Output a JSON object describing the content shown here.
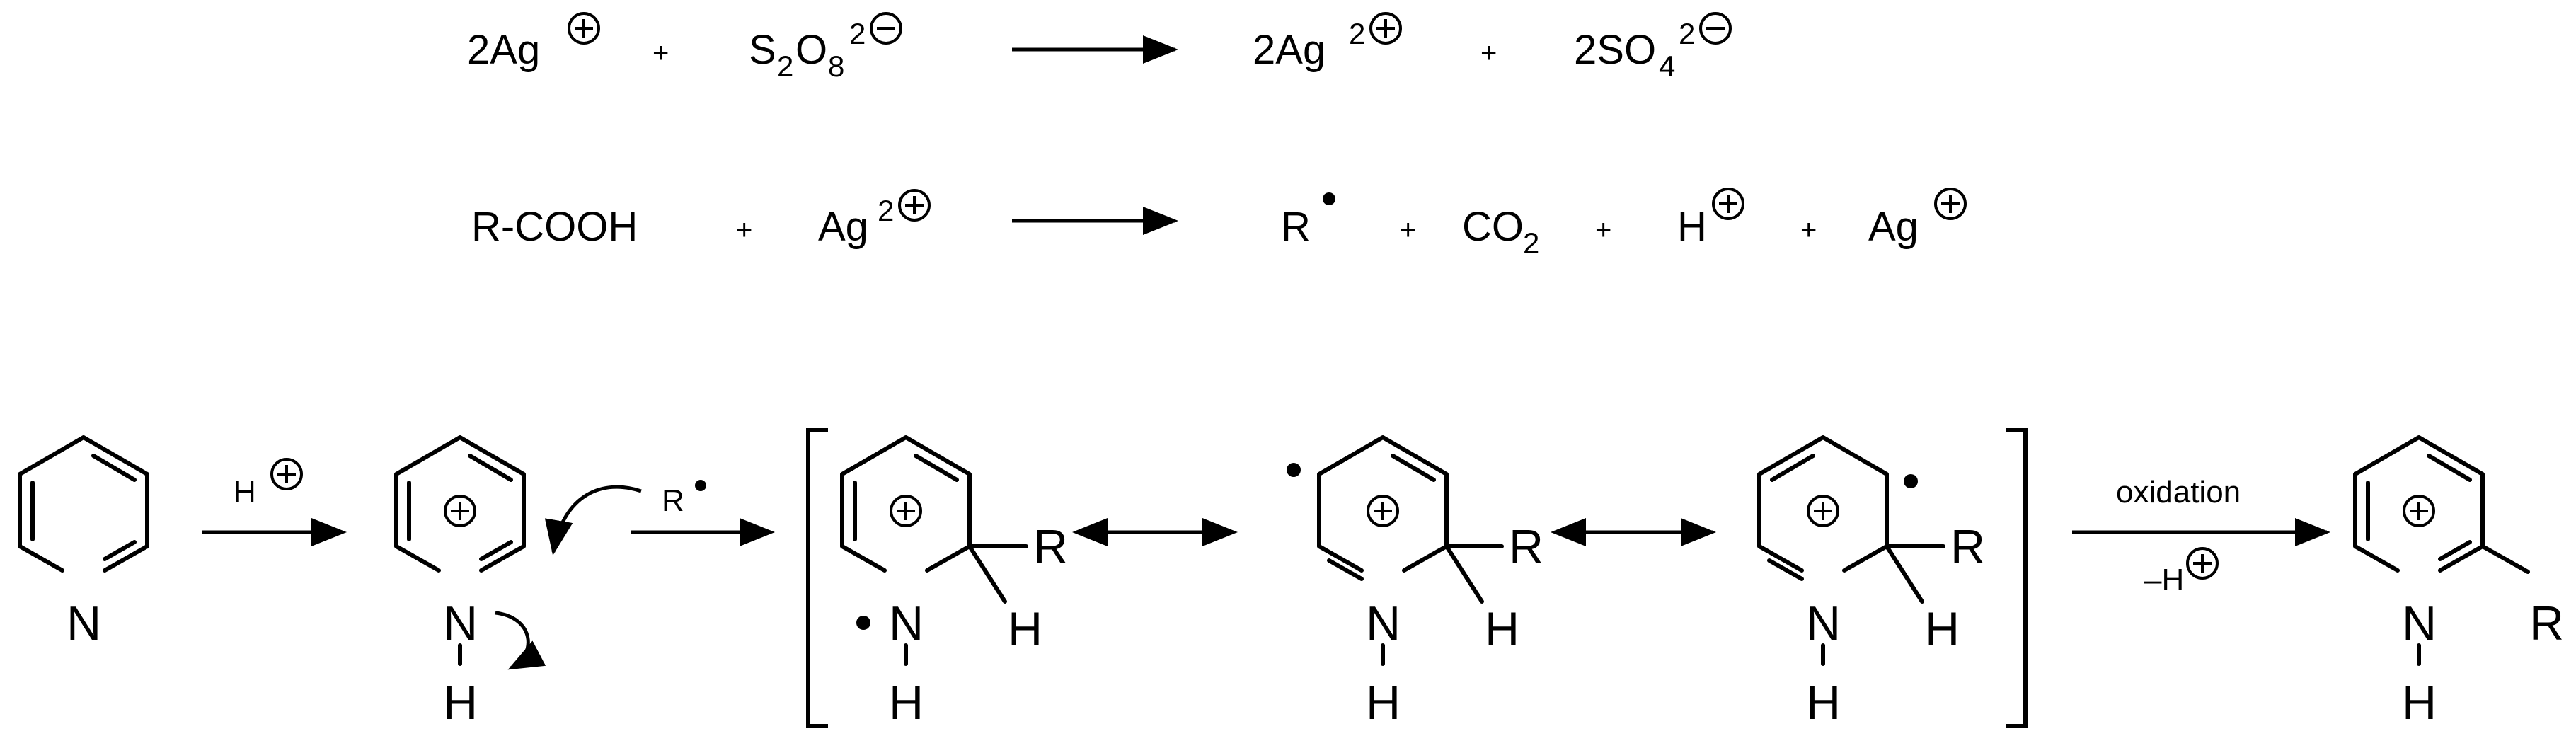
{
  "equation_1": {
    "reactant_1": "2Ag",
    "plus": "+",
    "reactant_2_prefix": "S",
    "reactant_2_sub_1": "2",
    "reactant_2_mid": "O",
    "reactant_2_sub_2": "8",
    "reactant_2_sup": "2",
    "product_1": "2Ag",
    "product_1_sup": "2",
    "product_2_prefix": "2SO",
    "product_2_sub": "4",
    "product_2_sup": "2"
  },
  "equation_2": {
    "reactant_1": "R-COOH",
    "plus": "+",
    "reactant_2": "Ag",
    "reactant_2_sup": "2",
    "product_radical": "R",
    "product_co2_prefix": "CO",
    "product_co2_sub": "2",
    "product_proton": "H",
    "product_silver": "Ag"
  },
  "mechanism": {
    "protonation_label": "H",
    "radical_label": "R",
    "oxidation_label": "oxidation",
    "deprotonation_label": "–H",
    "atoms": {
      "nitrogen": "N",
      "hydrogen": "H",
      "substituent": "R"
    }
  }
}
